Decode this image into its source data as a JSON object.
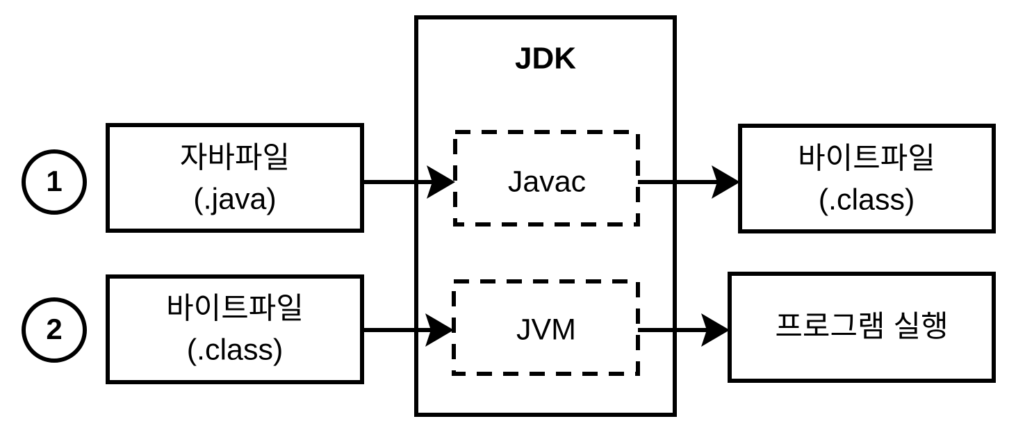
{
  "diagram": {
    "title_visible": false,
    "background_color": "#ffffff",
    "stroke_color": "#000000",
    "steps": [
      {
        "badge": "1",
        "source_line1": "자바파일",
        "source_line2": "(.java)",
        "process": "Javac",
        "result_line1": "바이트파일",
        "result_line2": "(.class)"
      },
      {
        "badge": "2",
        "source_line1": "바이트파일",
        "source_line2": "(.class)",
        "process": "JVM",
        "result_line1": "프로그램 실행",
        "result_line2": ""
      }
    ],
    "container": {
      "label": "JDK"
    },
    "icons": {
      "arrow_right": "arrow-right-icon"
    }
  }
}
